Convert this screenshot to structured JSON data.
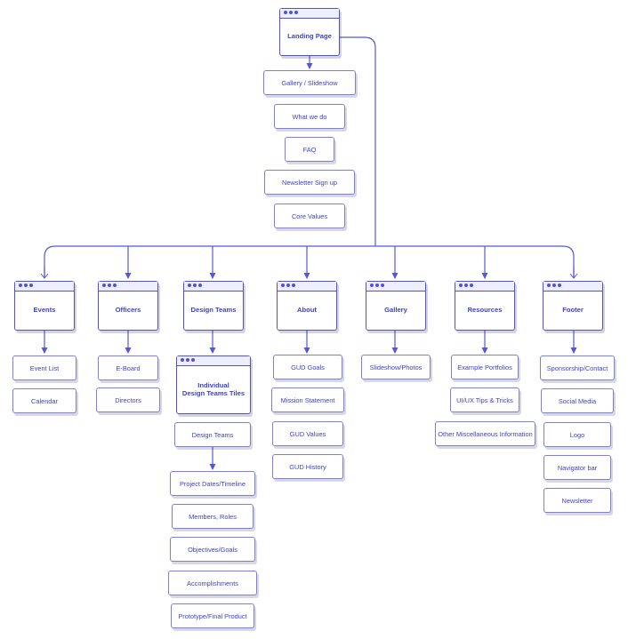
{
  "colors": {
    "accent": "#4f52d9",
    "line": "#5457dc"
  },
  "pages": {
    "landing": "Landing Page",
    "events": "Events",
    "officers": "Officers",
    "design_teams": "Design Teams",
    "about": "About",
    "gallery": "Gallery",
    "resources": "Resources",
    "footer": "Footer",
    "individual_tiles": "Individual\nDesign Teams Tiles"
  },
  "landing_items": [
    "Gallery / Slideshow",
    "What we do",
    "FAQ",
    "Newsletter Sign up",
    "Core Values"
  ],
  "events_items": [
    "Event List",
    "Calendar"
  ],
  "officers_items": [
    "E-Board",
    "Directors"
  ],
  "design_teams_items": [
    "Design Teams"
  ],
  "design_team_detail_items": [
    "Project Dates/Timeline",
    "Members, Roles",
    "Objectives/Goals",
    "Accomplishments",
    "Prototype/Final Product"
  ],
  "about_items": [
    "GUD Goals",
    "Mission Statement",
    "GUD Values",
    "GUD History"
  ],
  "gallery_items": [
    "Slideshow/Photos"
  ],
  "resources_items": [
    "Example Portfolios",
    "UI/UX Tips & Tricks",
    "Other Miscellaneous Information"
  ],
  "footer_items": [
    "Sponsorship/Contact",
    "Social Media",
    "Logo",
    "Navigator bar",
    "Newsletter"
  ]
}
